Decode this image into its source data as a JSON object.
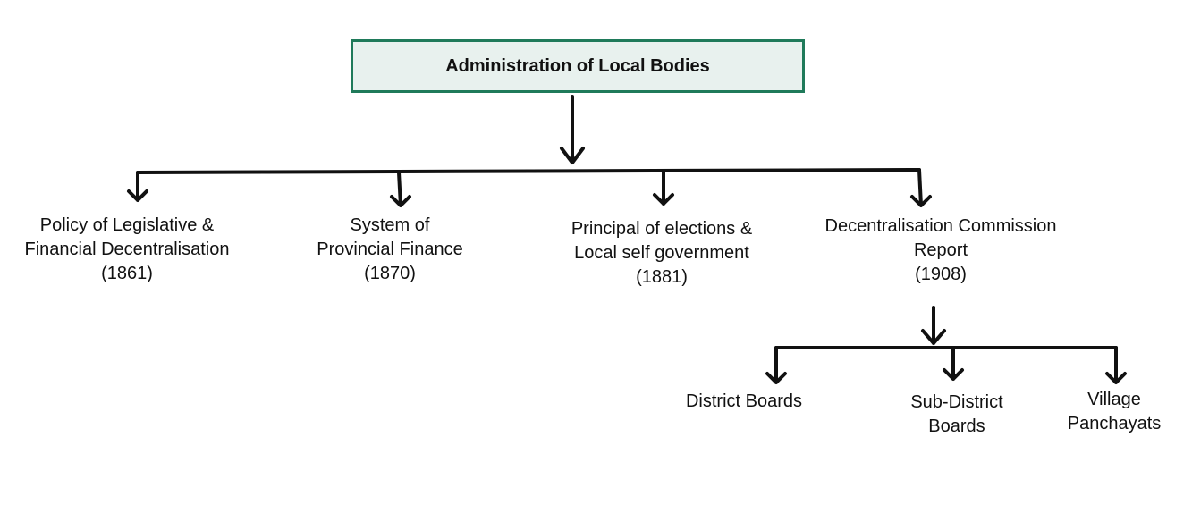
{
  "root": {
    "title": "Administration of Local Bodies"
  },
  "branches": [
    {
      "lines": [
        "Policy of Legislative &",
        "Financial Decentralisation",
        "(1861)"
      ]
    },
    {
      "lines": [
        "System of",
        "Provincial Finance",
        "(1870)"
      ]
    },
    {
      "lines": [
        "Principal of elections &",
        "Local self government",
        "(1881)"
      ]
    },
    {
      "lines": [
        "Decentralisation Commission",
        "Report",
        "(1908)"
      ]
    }
  ],
  "sub_branches": [
    {
      "lines": [
        "District Boards"
      ]
    },
    {
      "lines": [
        "Sub-District",
        "Boards"
      ]
    },
    {
      "lines": [
        "Village",
        "Panchayats"
      ]
    }
  ],
  "colors": {
    "border": "#1f7a5a",
    "fill": "#e8f1ee",
    "line": "#111111"
  }
}
